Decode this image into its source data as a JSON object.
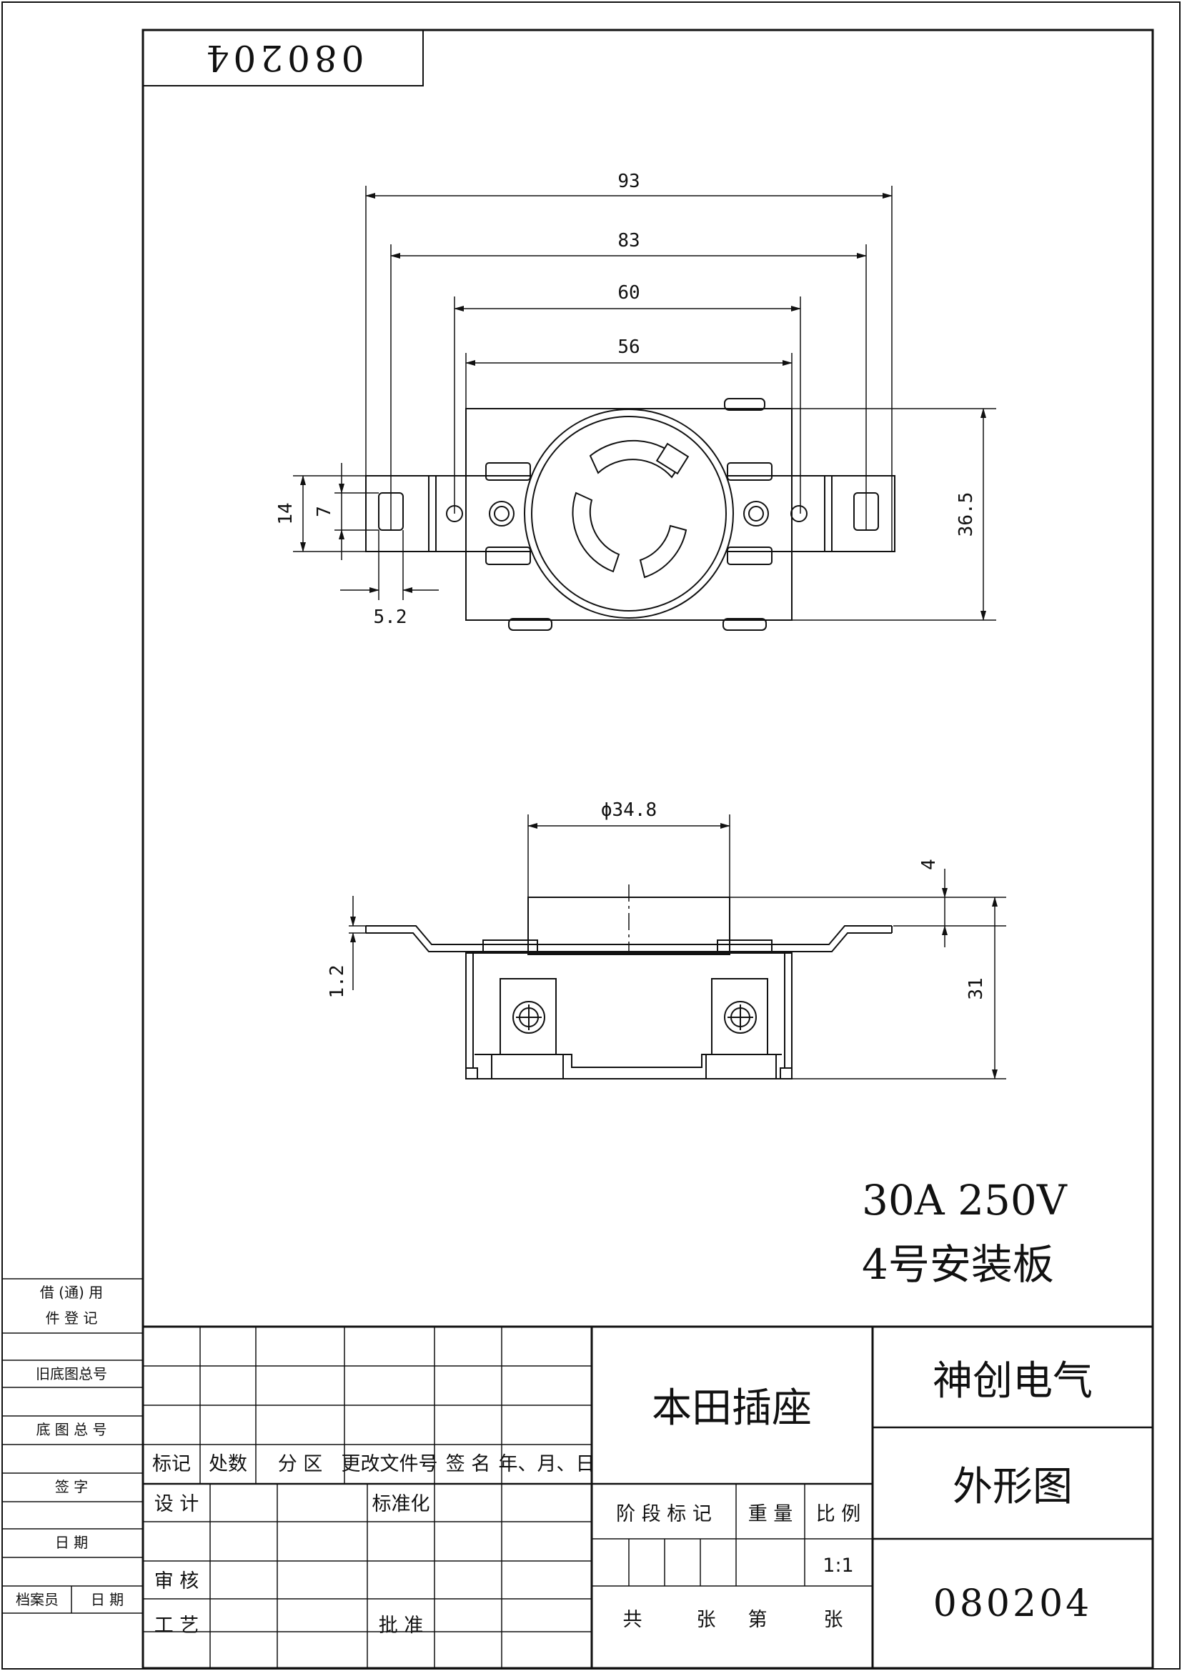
{
  "drawing_number_rotated": "080204",
  "dimensions": {
    "w93": "93",
    "w83": "83",
    "w60": "60",
    "w56": "56",
    "h14": "14",
    "h7": "7",
    "d52": "5.2",
    "h365": "36.5",
    "phi": "ϕ34.8",
    "t4": "4",
    "t12": "1.2",
    "h31": "31"
  },
  "rating": "30A 250V",
  "plate": "4号安装板",
  "side_labels": {
    "borrow_1": "借 (通) 用",
    "borrow_2": "件 登 记",
    "old_total": "旧底图总号",
    "base_total": "底 图 总 号",
    "signature": "签   字",
    "date": "日   期",
    "archivist": "档案员",
    "archivist_date": "日  期"
  },
  "title_block": {
    "header_mark": "标记",
    "header_count": "处数",
    "header_zone": "分 区",
    "header_doc": "更改文件号",
    "header_sign": "签 名",
    "header_date": "年、月、日",
    "design": "设 计",
    "standardize": "标准化",
    "review": "审 核",
    "process": "工 艺",
    "approve": "批 准",
    "product_name": "本田插座",
    "company": "神创电气",
    "drawing_type": "外形图",
    "stage_mark": "阶 段 标 记",
    "weight": "重 量",
    "scale_label": "比 例",
    "scale_value": "1:1",
    "total": "共",
    "sheets": "张",
    "page_of": "第",
    "sheet": "张",
    "drawing_number": "080204"
  }
}
